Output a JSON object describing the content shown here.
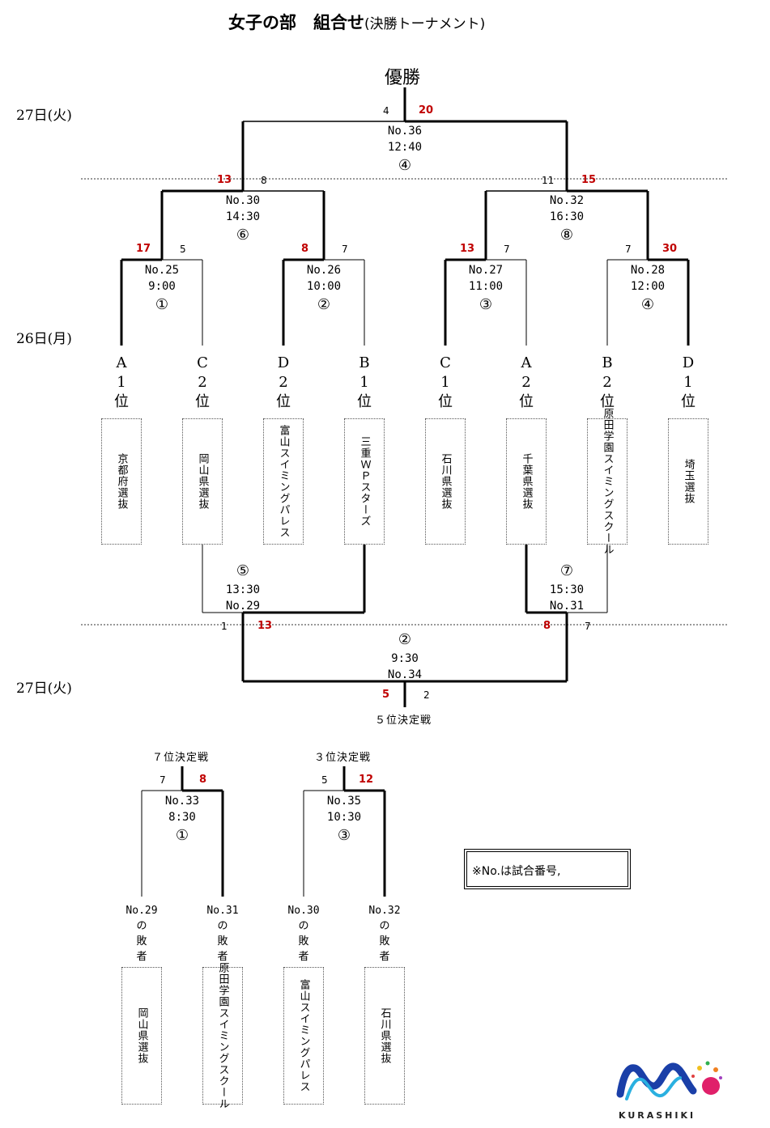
{
  "title": {
    "main": "女子の部　組合せ",
    "sub": "(決勝トーナメント)"
  },
  "champion_label": "優勝",
  "days": {
    "top": "27日(火)",
    "mid": "26日(月)",
    "bottom": "27日(火)"
  },
  "final": {
    "no": "No.36",
    "time": "12:40",
    "court": "④",
    "score_left": "4",
    "score_right": "20"
  },
  "semis": [
    {
      "no": "No.30",
      "time": "14:30",
      "court": "⑥",
      "score_left": "13",
      "score_right": "8"
    },
    {
      "no": "No.32",
      "time": "16:30",
      "court": "⑧",
      "score_left": "11",
      "score_right": "15"
    }
  ],
  "quarters": [
    {
      "no": "No.25",
      "time": "9:00",
      "court": "①",
      "score_left": "17",
      "score_right": "5"
    },
    {
      "no": "No.26",
      "time": "10:00",
      "court": "②",
      "score_left": "8",
      "score_right": "7"
    },
    {
      "no": "No.27",
      "time": "11:00",
      "court": "③",
      "score_left": "13",
      "score_right": "7"
    },
    {
      "no": "No.28",
      "time": "12:00",
      "court": "④",
      "score_left": "7",
      "score_right": "30"
    }
  ],
  "seeds": [
    "A\n1\n位",
    "C\n2\n位",
    "D\n2\n位",
    "B\n1\n位",
    "C\n1\n位",
    "A\n2\n位",
    "B\n2\n位",
    "D\n1\n位"
  ],
  "teams": [
    "京都府選抜",
    "岡山県選抜",
    "富山スイミングパレス",
    "三重ＷＰスターズ",
    "石川県選抜",
    "千葉県選抜",
    "原田学園スイミングスクール",
    "埼玉選抜"
  ],
  "playoff": {
    "left": {
      "no": "No.29",
      "time": "13:30",
      "court": "⑤"
    },
    "right": {
      "no": "No.31",
      "time": "15:30",
      "court": "⑦"
    },
    "final": {
      "no": "No.34",
      "time": "9:30",
      "court": "②",
      "score_left": "5",
      "score_right": "2"
    },
    "score_left_outer": "1",
    "score_left_inner": "13",
    "score_right_inner": "8",
    "score_right_outer": "7",
    "label": "５位決定戦"
  },
  "seventh": {
    "title": "７位決定戦",
    "no": "No.33",
    "time": "8:30",
    "court": "①",
    "score_left": "7",
    "score_right": "8",
    "losers": [
      "No.29\nの\n敗\n者",
      "No.31\nの\n敗\n者"
    ],
    "teams": [
      "岡山県選抜",
      "原田学園スイミングスクール"
    ]
  },
  "third": {
    "title": "３位決定戦",
    "no": "No.35",
    "time": "10:30",
    "court": "③",
    "score_left": "5",
    "score_right": "12",
    "losers": [
      "No.30\nの\n敗\n者",
      "No.32\nの\n敗\n者"
    ],
    "teams": [
      "富山スイミングパレス",
      "石川県選抜"
    ]
  },
  "note": "※No.は試合番号,",
  "logo": "KURASHIKI"
}
